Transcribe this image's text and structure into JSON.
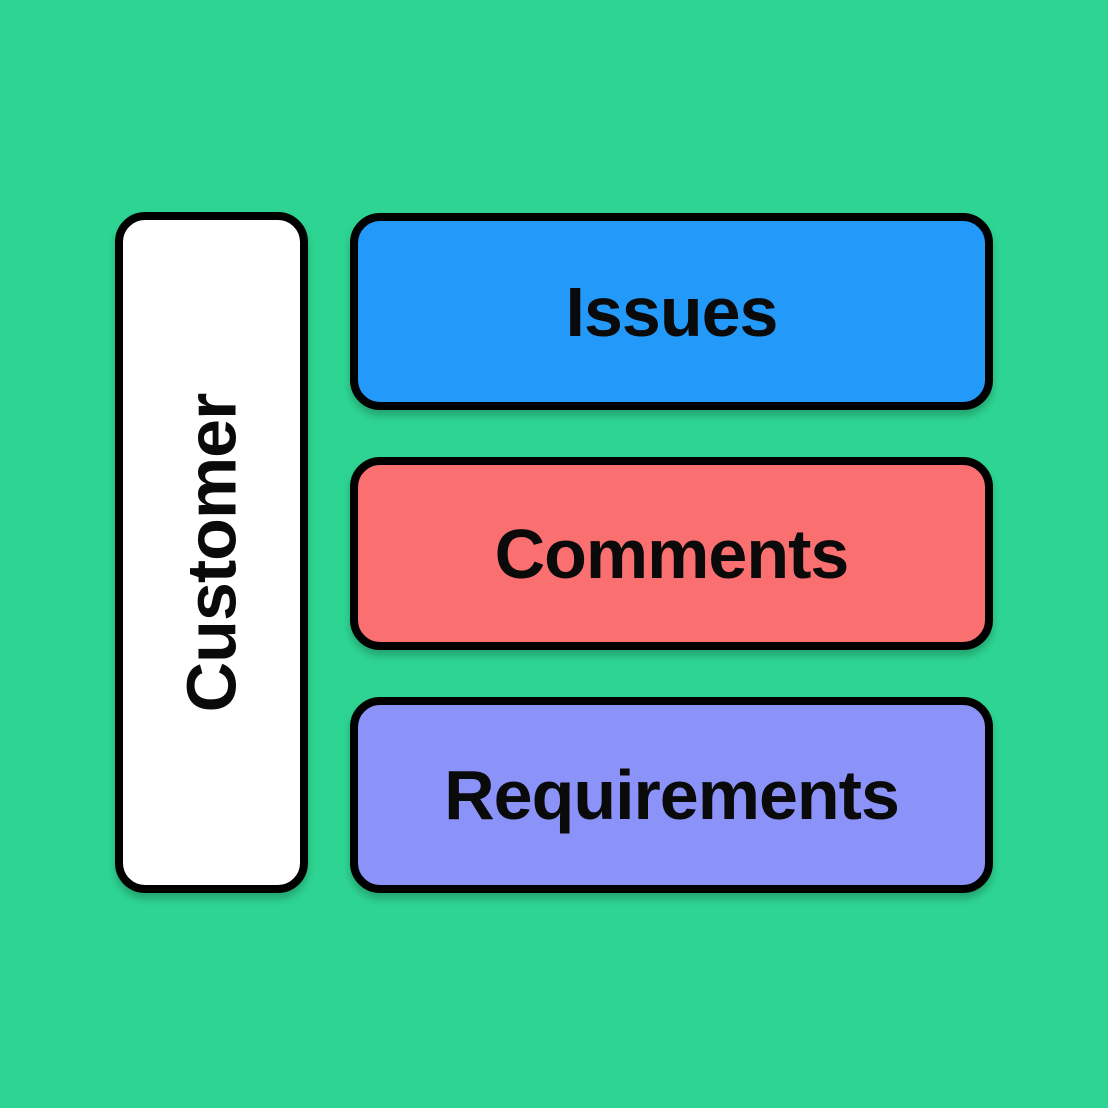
{
  "diagram": {
    "background_color": "#2ED592",
    "stroke_color": "#000000",
    "text_color": "#0a0a0a",
    "lane_header": {
      "label": "Customer",
      "fill": "#FFFFFF"
    },
    "rows": [
      {
        "label": "Issues",
        "fill": "#2399FA"
      },
      {
        "label": "Comments",
        "fill": "#FA7070"
      },
      {
        "label": "Requirements",
        "fill": "#8B93F8"
      }
    ]
  }
}
